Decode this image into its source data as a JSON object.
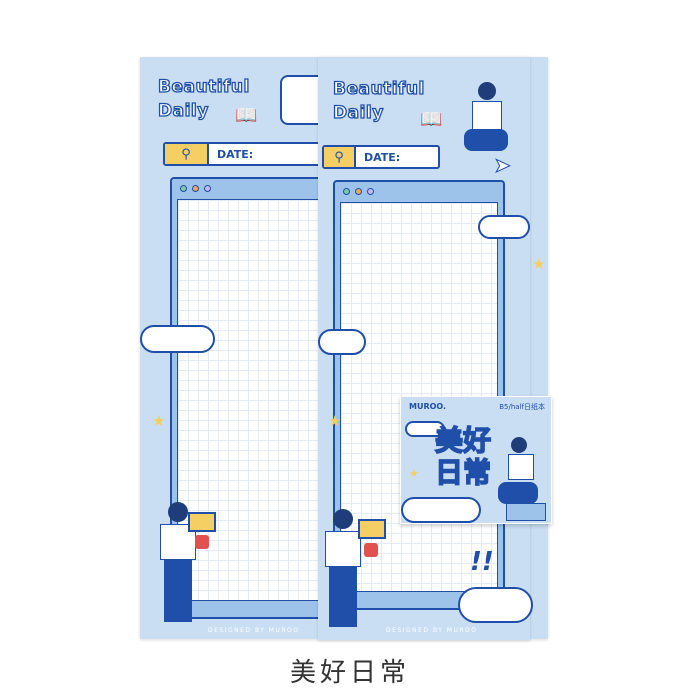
{
  "pads": [
    {
      "title_line1": "Beautiful",
      "title_line2": "Daily",
      "search_label": "DATE:",
      "footer": "DESIGNED BY MUROO"
    },
    {
      "title_line1": "Beautiful",
      "title_line2": "Daily",
      "search_label": "DATE:",
      "footer": "DESIGNED BY MUROO"
    }
  ],
  "label_card": {
    "brand": "MUROO.",
    "spec": "B5/half日纸本",
    "title_line1": "美好",
    "title_line2": "日常"
  },
  "caption": "美好日常",
  "icons": {
    "search": "magnifier-icon",
    "stop_sign": "stop-sign-icon",
    "exclamation": "double-exclamation-icon"
  },
  "colors": {
    "pad": "#c9def3",
    "accent": "#1f4fa8",
    "yellow": "#f5cf63"
  }
}
